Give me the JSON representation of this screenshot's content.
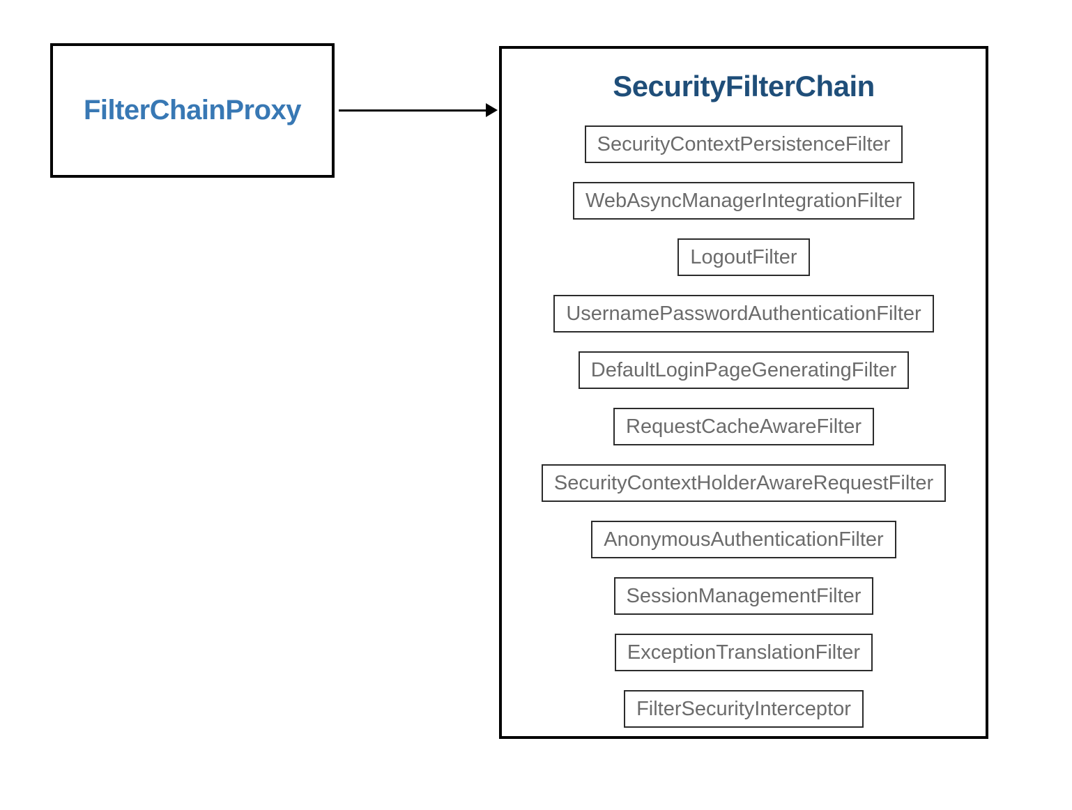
{
  "proxy": {
    "label": "FilterChainProxy"
  },
  "chain": {
    "title": "SecurityFilterChain",
    "filters": [
      "SecurityContextPersistenceFilter",
      "WebAsyncManagerIntegrationFilter",
      "LogoutFilter",
      "UsernamePasswordAuthenticationFilter",
      "DefaultLoginPageGeneratingFilter",
      "RequestCacheAwareFilter",
      "SecurityContextHolderAwareRequestFilter",
      "AnonymousAuthenticationFilter",
      "SessionManagementFilter",
      "ExceptionTranslationFilter",
      "FilterSecurityInterceptor"
    ]
  },
  "colors": {
    "proxy_text": "#3878b4",
    "chain_title_text": "#1f4e79",
    "filter_text": "#6b6b6b",
    "box_border": "#000000",
    "filter_border": "#2b2b2b",
    "background": "#ffffff"
  }
}
